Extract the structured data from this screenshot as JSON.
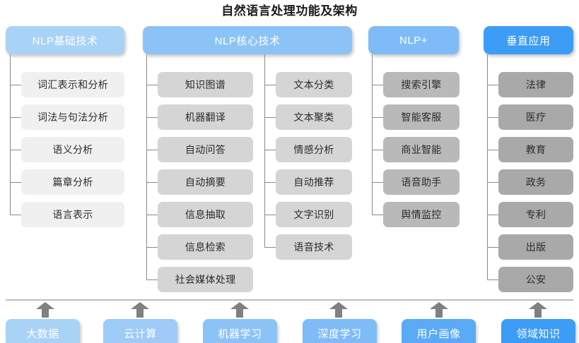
{
  "title": "自然语言处理功能及架构",
  "colors": {
    "header_col1": "#a9d2f7",
    "header_col2": "#8cc3f7",
    "header_col3": "#7fbcf7",
    "header_col4": "#3d9cf5",
    "node_col1": "#f0f0f0",
    "node_col2": "#d5d5d5",
    "node_col3": "#b9b9b9",
    "node_col4": "#a9a9a9",
    "connector": "#8a8a8a",
    "arrow": "#808080",
    "divider": "#bdbdbd",
    "title_text": "#1a1a1a"
  },
  "columns": [
    {
      "id": "nlp-basic",
      "header": "NLP基础技术",
      "header_color": "#a9d2f7",
      "node_color": "#f0f0f0",
      "groups": [
        {
          "id": "basic-main",
          "items": [
            "词汇表示和分析",
            "词法与句法分析",
            "语义分析",
            "篇章分析",
            "语言表示"
          ]
        }
      ]
    },
    {
      "id": "nlp-core",
      "header": "NLP核心技术",
      "header_color": "#8cc3f7",
      "node_color": "#d5d5d5",
      "groups": [
        {
          "id": "core-left",
          "items": [
            "知识图谱",
            "机器翻译",
            "自动问答",
            "自动摘要",
            "信息抽取",
            "信息检索",
            "社会媒体处理"
          ]
        },
        {
          "id": "core-right",
          "items": [
            "文本分类",
            "文本聚类",
            "情感分析",
            "自动推荐",
            "文字识别",
            "语音技术"
          ]
        }
      ]
    },
    {
      "id": "nlp-plus",
      "header": "NLP+",
      "header_color": "#7fbcf7",
      "node_color": "#b9b9b9",
      "groups": [
        {
          "id": "plus-main",
          "items": [
            "搜索引擎",
            "智能客服",
            "商业智能",
            "语音助手",
            "舆情监控"
          ]
        }
      ]
    },
    {
      "id": "vertical-app",
      "header": "垂直应用",
      "header_color": "#3d9cf5",
      "node_color": "#a9a9a9",
      "groups": [
        {
          "id": "vertical-main",
          "items": [
            "法律",
            "医疗",
            "教育",
            "政务",
            "专利",
            "出版",
            "公安"
          ]
        }
      ]
    }
  ],
  "foundation": {
    "items": [
      {
        "label": "大数据",
        "color": "#a9d2f7"
      },
      {
        "label": "云计算",
        "color": "#9ecbf7"
      },
      {
        "label": "机器学习",
        "color": "#8cc3f7"
      },
      {
        "label": "深度学习",
        "color": "#7fbcf7"
      },
      {
        "label": "用户画像",
        "color": "#5aaaf6"
      },
      {
        "label": "领域知识",
        "color": "#3d9cf5"
      }
    ]
  }
}
